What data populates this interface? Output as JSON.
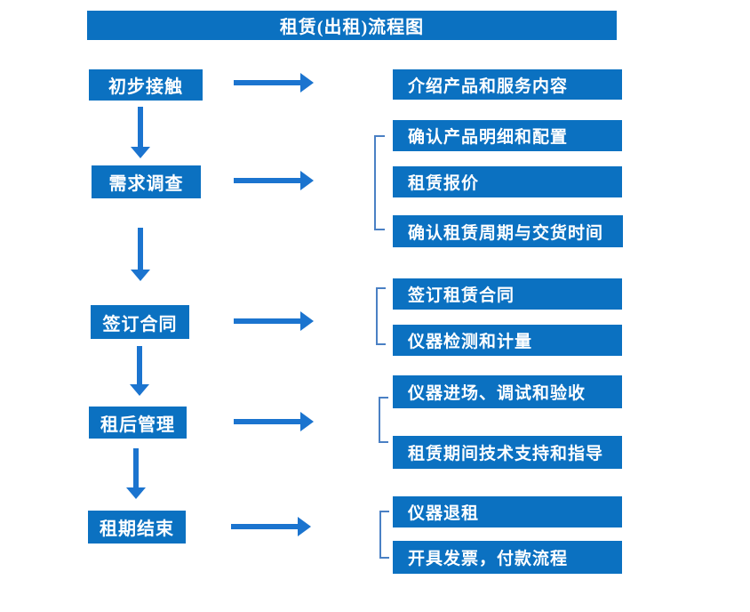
{
  "title": "租赁(出租)流程图",
  "colors": {
    "page_bg": "#ffffff",
    "box_fill": "#0b71c1",
    "box_text": "#ffffff",
    "arrow_fill": "#1b74cf",
    "bracket_stroke": "#4a80c4"
  },
  "steps": [
    {
      "label": "初步接触",
      "details": [
        "介绍产品和服务内容"
      ]
    },
    {
      "label": "需求调查",
      "details": [
        "确认产品明细和配置",
        "租赁报价",
        "确认租赁周期与交货时间"
      ]
    },
    {
      "label": "签订合同",
      "details": [
        "签订租赁合同",
        "仪器检测和计量"
      ]
    },
    {
      "label": "租后管理",
      "details": [
        "仪器进场、调试和验收",
        "租赁期间技术支持和指导"
      ]
    },
    {
      "label": "租期结束",
      "details": [
        "仪器退租",
        "开具发票，付款流程"
      ]
    }
  ]
}
